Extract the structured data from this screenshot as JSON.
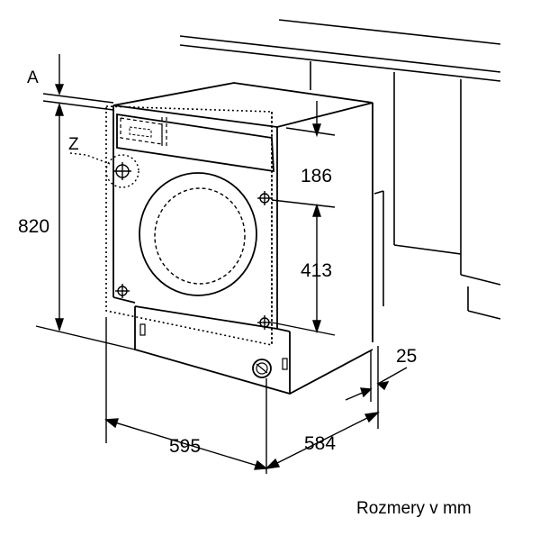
{
  "labels": {
    "a": "A",
    "z": "Z"
  },
  "dimensions": {
    "height": "820",
    "top_offset": "186",
    "hinge_spacing": "413",
    "width": "595",
    "depth": "584",
    "rear_gap": "25"
  },
  "caption": "Rozmery v mm",
  "colors": {
    "line": "#000000",
    "background": "#ffffff"
  }
}
